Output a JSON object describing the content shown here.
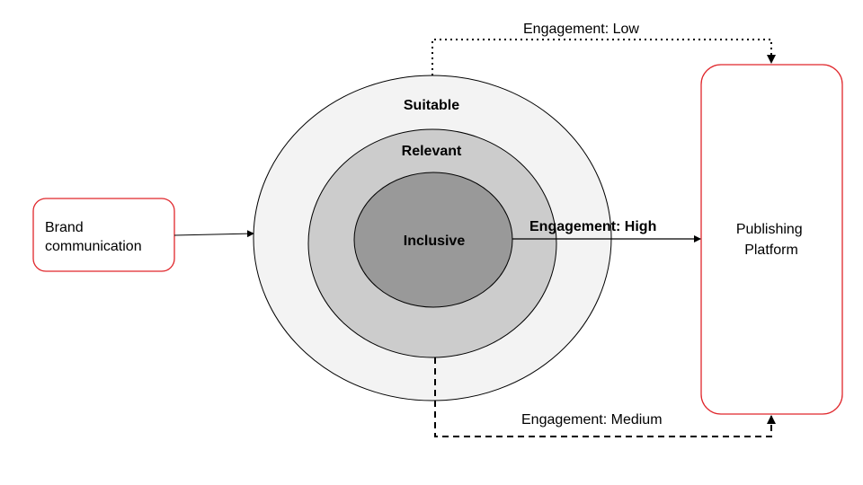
{
  "diagram": {
    "source": {
      "line1": "Brand",
      "line2": "communication"
    },
    "rings": {
      "outer": "Suitable",
      "middle": "Relevant",
      "inner": "Inclusive"
    },
    "target": {
      "line1": "Publishing",
      "line2": "Platform"
    },
    "paths": {
      "low": "Engagement: Low",
      "high": "Engagement: High",
      "medium": "Engagement: Medium"
    }
  },
  "colors": {
    "box_border": "#e0262b",
    "outer_fill": "#f3f3f3",
    "middle_fill": "#cccccc",
    "inner_fill": "#999999",
    "line": "#000000"
  }
}
